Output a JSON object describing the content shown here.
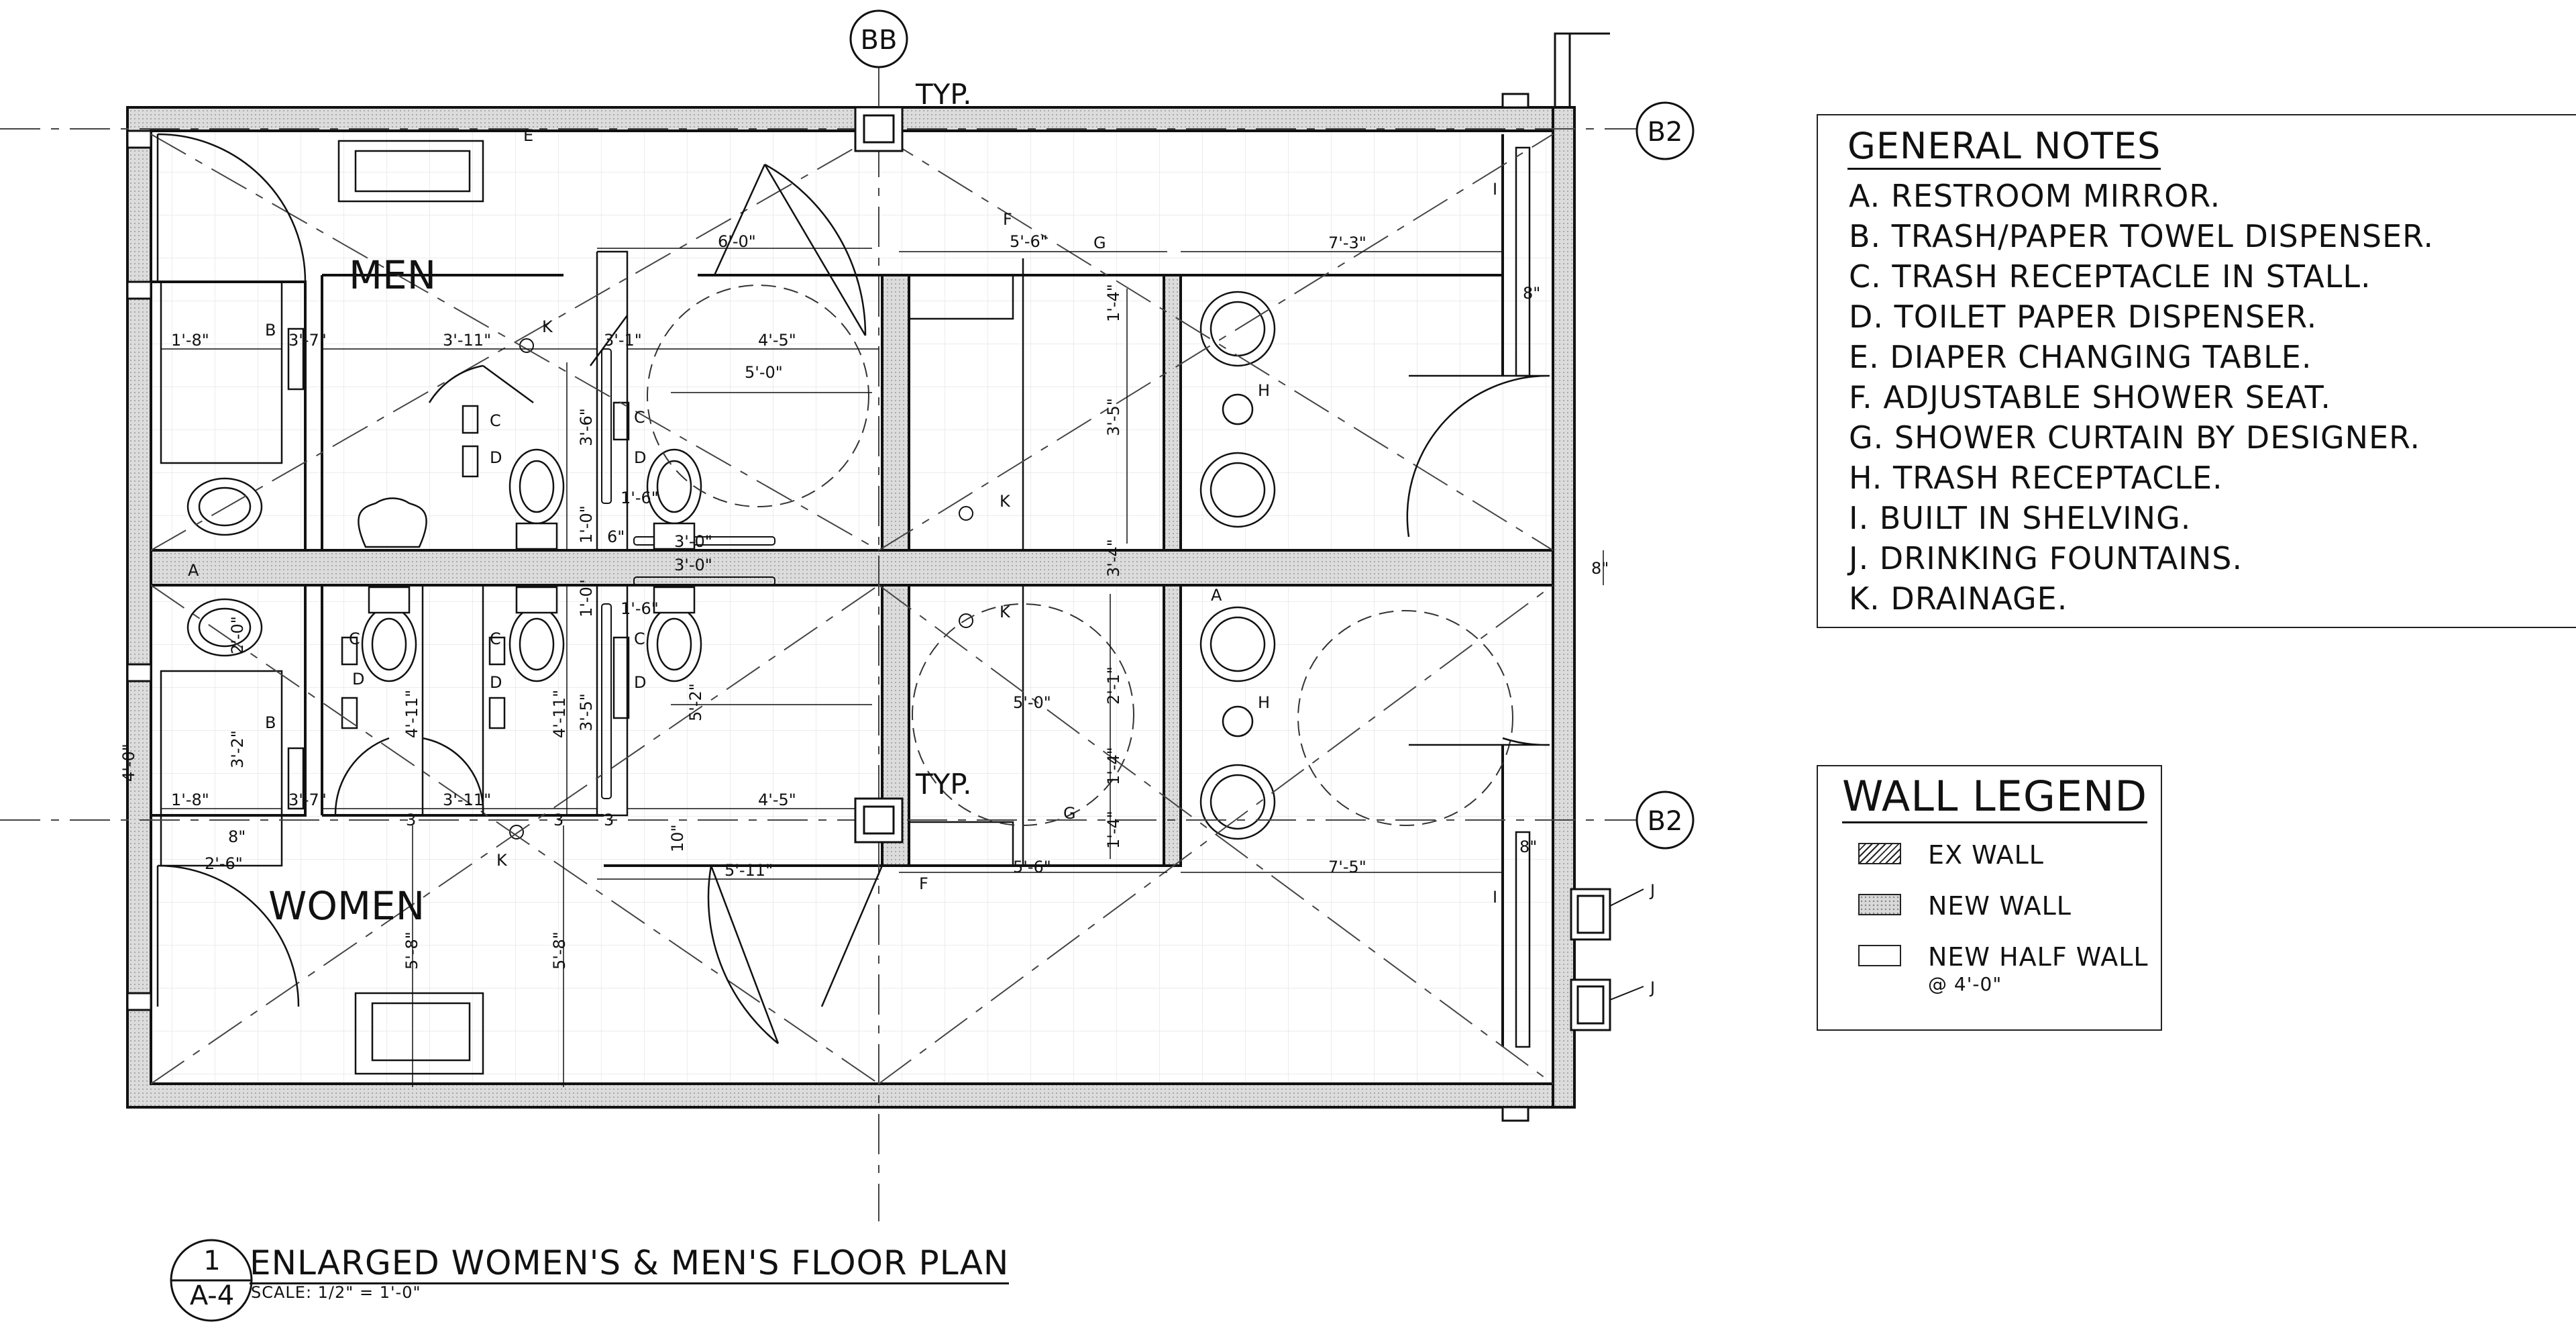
{
  "grid_labels": {
    "bb": "BB",
    "b2_top": "B2",
    "b2_bottom": "B2"
  },
  "typ_labels": {
    "top": "TYP.",
    "middle": "TYP."
  },
  "rooms": {
    "men": "MEN",
    "women": "WOMEN"
  },
  "dimensions": {
    "d_6_0": "6'-0\"",
    "d_5_6_top": "5'-6\"",
    "d_7_3": "7'-3\"",
    "d_1_8_top": "1'-8\"",
    "d_3_11_top": "3'-11\"",
    "d_3_1_top": "3'-1\"",
    "d_4_5_top": "4'-5\"",
    "d_5_0_top": "5'-0\"",
    "d_3_6": "3'-6\"",
    "d_1_6_top": "1'-6\"",
    "d_1_0_top": "1'-0\"",
    "d_6in": "6\"",
    "d_3_0_a": "3'-0\"",
    "d_3_0_b": "3'-0\"",
    "d_3_5_top": "3'-5\"",
    "d_1_4_a": "1'-4\"",
    "d_8_top": "8\"",
    "d_8_mid": "8\"",
    "d_3_4": "3'-4\"",
    "d_3_7_top": "3'-7\"",
    "d_2_0": "2'-0\"",
    "d_4_0": "4'-0\"",
    "d_3_2": "3'-2\"",
    "d_1_8_bot": "1'-8\"",
    "d_3_7_bot": "3'-7\"",
    "d_8_bot": "8\"",
    "d_2_6": "2'-6\"",
    "d_3_11_bot": "3'-11\"",
    "d_4_11_a": "4'-11\"",
    "d_4_11_b": "4'-11\"",
    "d_1_0_bot": "1'-0\"",
    "d_1_6_bot": "1'-6\"",
    "d_3_5_bot": "3'-5\"",
    "d_5_2": "5'-2\"",
    "d_4_5_bot": "4'-5\"",
    "d_5_0_bot": "5'-0\"",
    "d_2_1": "2'-1\"",
    "d_1_4_b": "1'-4\"",
    "d_1_4_c": "1'-4\"",
    "d_5_6_bot": "5'-6\"",
    "d_7_5": "7'-5\"",
    "d_8_right": "8\"",
    "d_10": "10\"",
    "d_5_11": "5'-11\"",
    "d_5_8_a": "5'-8\"",
    "d_5_8_b": "5'-8\"",
    "d_3_a": "3",
    "d_3_b": "3",
    "d_3_c": "3"
  },
  "tags": {
    "a": "A",
    "b": "B",
    "c": "C",
    "d": "D",
    "e": "E",
    "f": "F",
    "g": "G",
    "h": "H",
    "i": "I",
    "j": "J",
    "k": "K"
  },
  "general_notes": {
    "title": "GENERAL NOTES",
    "items": [
      "A. RESTROOM MIRROR.",
      "B. TRASH/PAPER TOWEL DISPENSER.",
      "C. TRASH RECEPTACLE IN STALL.",
      "D. TOILET PAPER DISPENSER.",
      "E. DIAPER CHANGING TABLE.",
      "F. ADJUSTABLE SHOWER SEAT.",
      "G. SHOWER CURTAIN BY DESIGNER.",
      "H. TRASH RECEPTACLE.",
      "I. BUILT IN SHELVING.",
      "J. DRINKING FOUNTAINS.",
      "K. DRAINAGE."
    ]
  },
  "wall_legend": {
    "title": "WALL LEGEND",
    "items": [
      {
        "label": "EX WALL"
      },
      {
        "label": "NEW WALL"
      },
      {
        "label": "NEW HALF WALL",
        "sub": "@ 4'-0\""
      }
    ]
  },
  "drawing": {
    "number": "1",
    "sheet": "A-4",
    "title": "ENLARGED WOMEN'S & MEN'S FLOOR  PLAN",
    "scale": "SCALE: 1/2\" = 1'-0\""
  }
}
